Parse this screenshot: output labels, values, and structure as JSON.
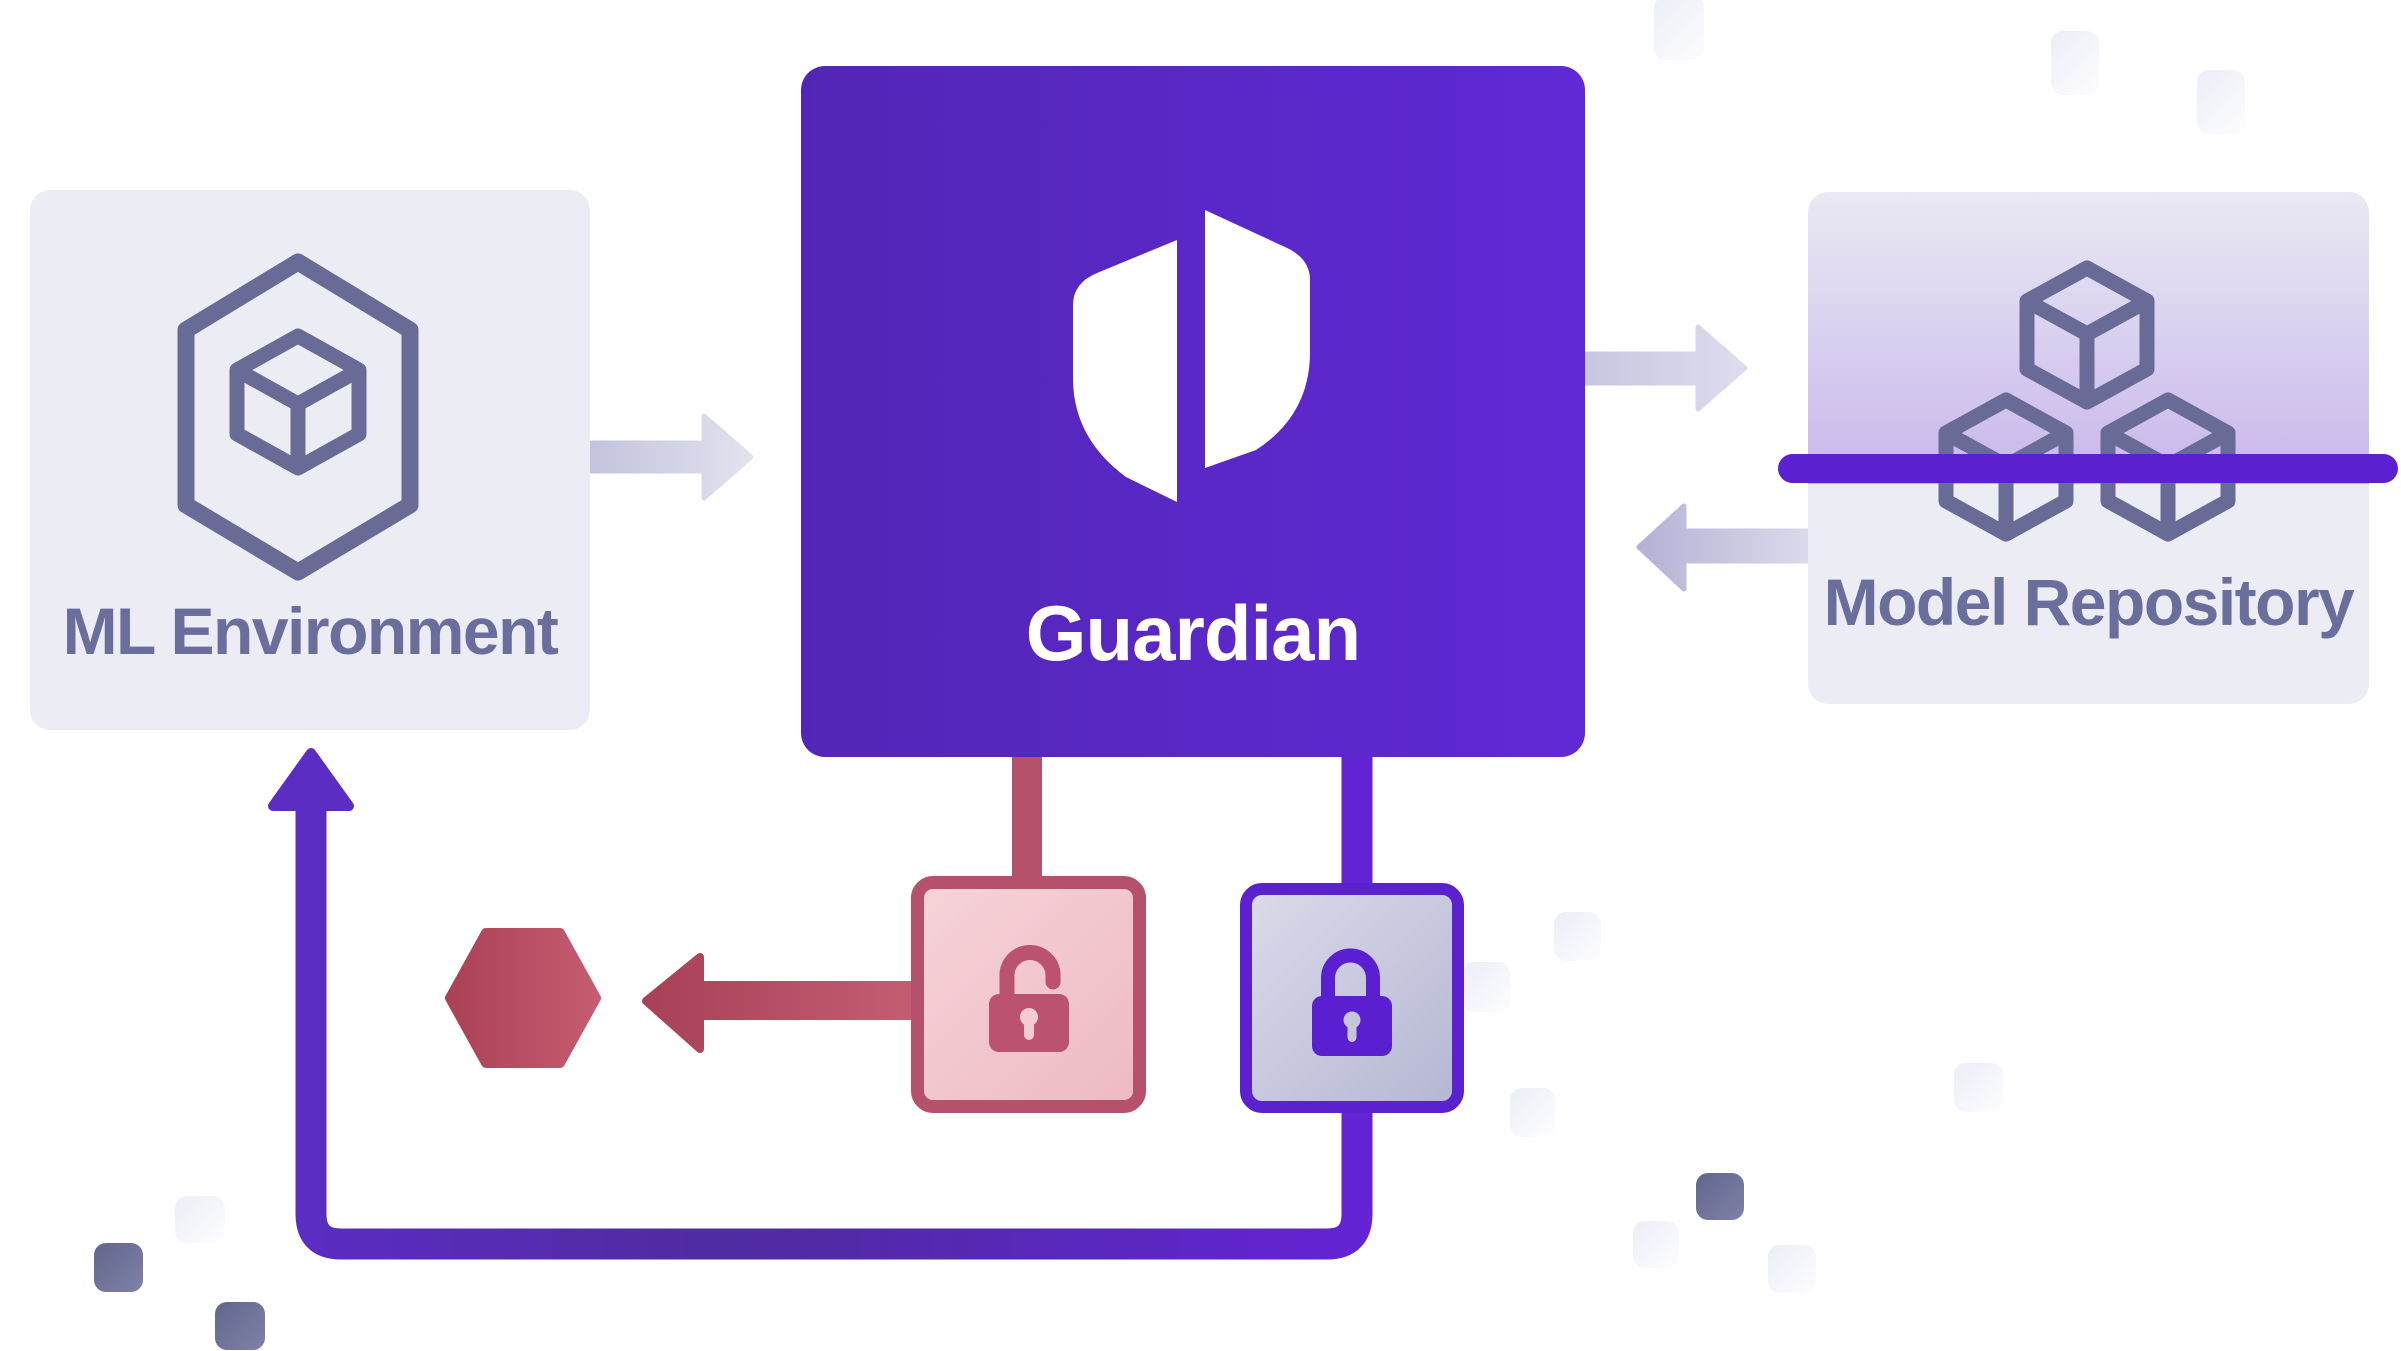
{
  "diagram": {
    "nodes": [
      {
        "id": "ml-environment",
        "label": "ML Environment",
        "icon": "hexagon-cube-icon"
      },
      {
        "id": "guardian",
        "label": "Guardian",
        "icon": "split-shield-icon"
      },
      {
        "id": "model-repository",
        "label": "Model Repository",
        "icon": "stacked-cubes-icon"
      }
    ],
    "checkpoints": [
      {
        "id": "scan-fail",
        "icon": "unlocked-padlock-icon",
        "color": "#b5516b"
      },
      {
        "id": "scan-pass",
        "icon": "locked-padlock-icon",
        "color": "#5b21d1"
      }
    ],
    "stop_marker": {
      "icon": "stop-hexagon-icon",
      "color": "#b5516b"
    },
    "edges": [
      {
        "from": "ml-environment",
        "to": "guardian",
        "style": "lavender-arrow"
      },
      {
        "from": "guardian",
        "to": "model-repository",
        "style": "lavender-arrow"
      },
      {
        "from": "model-repository",
        "to": "guardian",
        "style": "lavender-arrow"
      },
      {
        "from": "guardian",
        "to": "scan-fail",
        "style": "rose-connector"
      },
      {
        "from": "scan-fail",
        "to": "stop-marker",
        "style": "rose-arrow"
      },
      {
        "from": "guardian",
        "to": "scan-pass",
        "style": "purple-connector"
      },
      {
        "from": "scan-pass",
        "to": "ml-environment",
        "style": "purple-arrow-path"
      }
    ],
    "palette": {
      "background": "#ffffff",
      "node_box_bg": "#ecedf4",
      "node_label_color": "#6a6e9c",
      "icon_slate": "#676b95",
      "guardian_gradient_start": "#5226b5",
      "guardian_gradient_end": "#6129d6",
      "arrow_lavender": "#c4c3de",
      "danger_rose": "#b5516b",
      "danger_fill_pink": "#f3c9cf",
      "safe_purple": "#5b21d1",
      "safe_fill_lavender": "#c6c6dc",
      "repo_bar_purple": "#5b21d1"
    }
  }
}
